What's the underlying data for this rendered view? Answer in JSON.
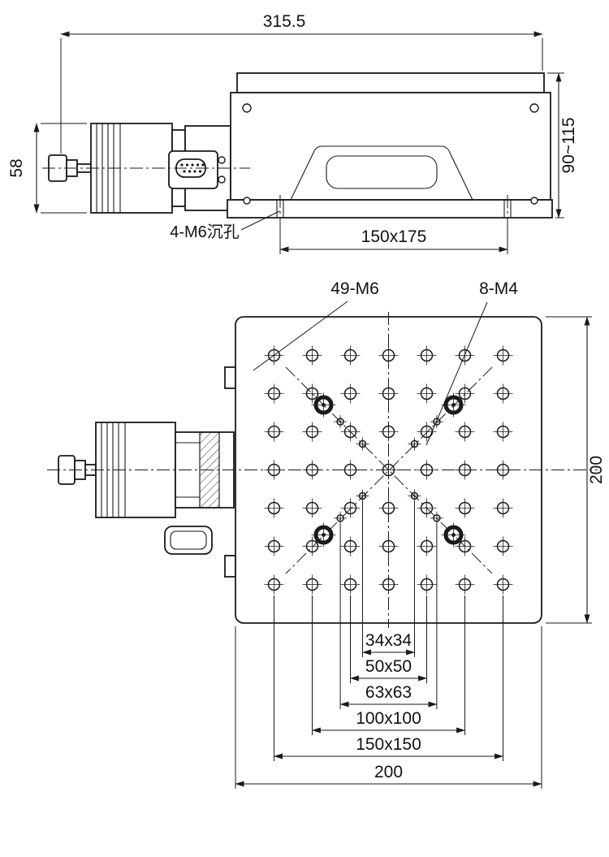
{
  "side_view": {
    "dim_overall_width": "315.5",
    "dim_motor_size": "58",
    "dim_height_range": "90~115",
    "label_base_holes": "4-M6沉孔",
    "dim_base_hole_pitch": "150x175"
  },
  "plan_view": {
    "label_grid_holes": "49-M6",
    "label_small_holes": "8-M4",
    "dim_plate_height": "200",
    "dim_chain": [
      "34x34",
      "50x50",
      "63x63",
      "100x100",
      "150x150",
      "200"
    ]
  }
}
